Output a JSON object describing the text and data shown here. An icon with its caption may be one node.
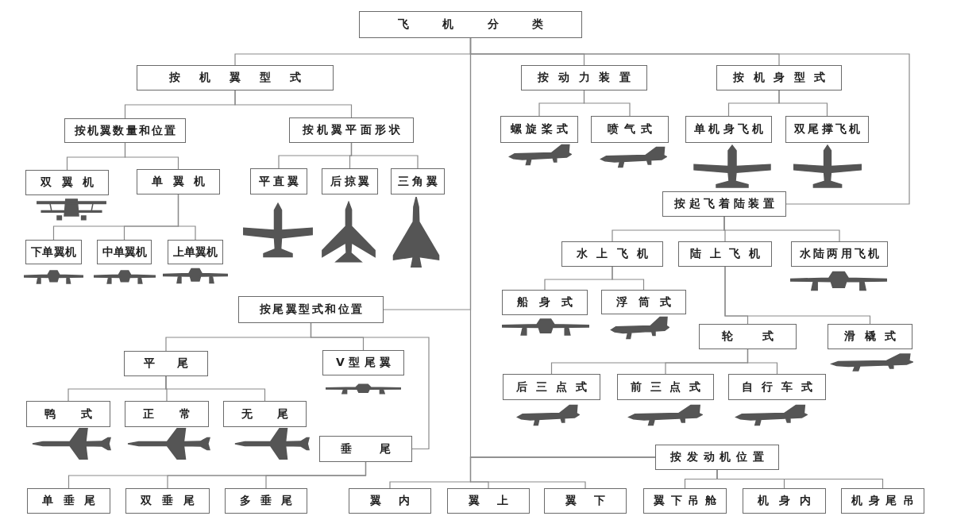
{
  "diagram": {
    "nodes": [
      {
        "text": [
          "飞机分类"
        ]
      },
      {
        "text": [
          "按机翼型式"
        ]
      },
      {
        "text": [
          "按机翼数量和位置"
        ]
      },
      {
        "text": [
          "按机翼平面形状"
        ]
      },
      {
        "text": [
          "双翼机"
        ]
      },
      {
        "text": [
          "单翼机"
        ]
      },
      {
        "text": [
          "下单翼机"
        ]
      },
      {
        "text": [
          "中单翼机"
        ]
      },
      {
        "text": [
          "上单翼机"
        ]
      },
      {
        "text": [
          "平直翼"
        ]
      },
      {
        "text": [
          "后掠翼"
        ]
      },
      {
        "text": [
          "三角翼"
        ]
      },
      {
        "text": [
          "按动力装置"
        ]
      },
      {
        "text": [
          "螺旋桨式"
        ]
      },
      {
        "text": [
          "喷气式"
        ]
      },
      {
        "text": [
          "按机身型式"
        ]
      },
      {
        "text": [
          "单机身飞机"
        ]
      },
      {
        "text": [
          "双尾撑飞机"
        ]
      },
      {
        "text": [
          "按起飞着陆装置"
        ]
      },
      {
        "text": [
          "水上飞机"
        ]
      },
      {
        "text": [
          "陆上飞机"
        ]
      },
      {
        "text": [
          "水陆两用飞机"
        ]
      },
      {
        "text": [
          "船身式"
        ]
      },
      {
        "text": [
          "浮筒式"
        ]
      },
      {
        "text": [
          "轮式"
        ]
      },
      {
        "text": [
          "滑橇式"
        ]
      },
      {
        "text": [
          "后三点式"
        ]
      },
      {
        "text": [
          "前三点式"
        ]
      },
      {
        "text": [
          "自行车式"
        ]
      },
      {
        "text": [
          "按尾翼型式和位置"
        ]
      },
      {
        "text": [
          "平尾"
        ]
      },
      {
        "text": [
          "V型尾翼"
        ]
      },
      {
        "text": [
          "垂尾"
        ]
      },
      {
        "text": [
          "鸭式"
        ]
      },
      {
        "text": [
          "正常"
        ]
      },
      {
        "text": [
          "无尾"
        ]
      },
      {
        "text": [
          "单垂尾"
        ]
      },
      {
        "text": [
          "双垂尾"
        ]
      },
      {
        "text": [
          "多垂尾"
        ]
      },
      {
        "text": [
          "按发动机位置"
        ]
      },
      {
        "text": [
          "翼内"
        ]
      },
      {
        "text": [
          "翼上"
        ]
      },
      {
        "text": [
          "翼下"
        ]
      },
      {
        "text": [
          "翼下吊舱"
        ]
      },
      {
        "text": [
          "机身内"
        ]
      },
      {
        "text": [
          "机身尾吊"
        ]
      }
    ],
    "edges": [
      {
        "from": 0,
        "to": 1,
        "arrow": "none"
      },
      {
        "from": 0,
        "to": 12,
        "arrow": "none"
      },
      {
        "from": 0,
        "to": 15,
        "arrow": "none"
      },
      {
        "from": 0,
        "to": 18,
        "arrow": "none"
      },
      {
        "from": 0,
        "to": 29,
        "arrow": "none"
      },
      {
        "from": 0,
        "to": 39,
        "arrow": "none"
      },
      {
        "from": 1,
        "to": 2,
        "arrow": "none"
      },
      {
        "from": 1,
        "to": 3,
        "arrow": "none"
      },
      {
        "from": 2,
        "to": 4,
        "arrow": "none"
      },
      {
        "from": 2,
        "to": 5,
        "arrow": "none"
      },
      {
        "from": 5,
        "to": 6,
        "arrow": "none"
      },
      {
        "from": 5,
        "to": 7,
        "arrow": "none"
      },
      {
        "from": 5,
        "to": 8,
        "arrow": "none"
      },
      {
        "from": 3,
        "to": 9,
        "arrow": "none"
      },
      {
        "from": 3,
        "to": 10,
        "arrow": "none"
      },
      {
        "from": 3,
        "to": 11,
        "arrow": "none"
      },
      {
        "from": 12,
        "to": 13,
        "arrow": "none"
      },
      {
        "from": 12,
        "to": 14,
        "arrow": "none"
      },
      {
        "from": 15,
        "to": 16,
        "arrow": "none"
      },
      {
        "from": 15,
        "to": 17,
        "arrow": "none"
      },
      {
        "from": 18,
        "to": 19,
        "arrow": "none"
      },
      {
        "from": 18,
        "to": 20,
        "arrow": "none"
      },
      {
        "from": 18,
        "to": 21,
        "arrow": "none"
      },
      {
        "from": 19,
        "to": 22,
        "arrow": "none"
      },
      {
        "from": 19,
        "to": 23,
        "arrow": "none"
      },
      {
        "from": 20,
        "to": 24,
        "arrow": "none"
      },
      {
        "from": 20,
        "to": 25,
        "arrow": "none"
      },
      {
        "from": 24,
        "to": 26,
        "arrow": "none"
      },
      {
        "from": 24,
        "to": 27,
        "arrow": "none"
      },
      {
        "from": 24,
        "to": 28,
        "arrow": "none"
      },
      {
        "from": 29,
        "to": 30,
        "arrow": "none"
      },
      {
        "from": 29,
        "to": 31,
        "arrow": "none"
      },
      {
        "from": 29,
        "to": 32,
        "arrow": "none"
      },
      {
        "from": 30,
        "to": 33,
        "arrow": "none"
      },
      {
        "from": 30,
        "to": 34,
        "arrow": "none"
      },
      {
        "from": 30,
        "to": 35,
        "arrow": "none"
      },
      {
        "from": 32,
        "to": 36,
        "arrow": "none"
      },
      {
        "from": 32,
        "to": 37,
        "arrow": "none"
      },
      {
        "from": 32,
        "to": 38,
        "arrow": "none"
      },
      {
        "from": 39,
        "to": 40,
        "arrow": "none"
      },
      {
        "from": 39,
        "to": 41,
        "arrow": "none"
      },
      {
        "from": 39,
        "to": 42,
        "arrow": "none"
      },
      {
        "from": 39,
        "to": 43,
        "arrow": "none"
      },
      {
        "from": 39,
        "to": 44,
        "arrow": "none"
      },
      {
        "from": 39,
        "to": 45,
        "arrow": "none"
      }
    ]
  }
}
